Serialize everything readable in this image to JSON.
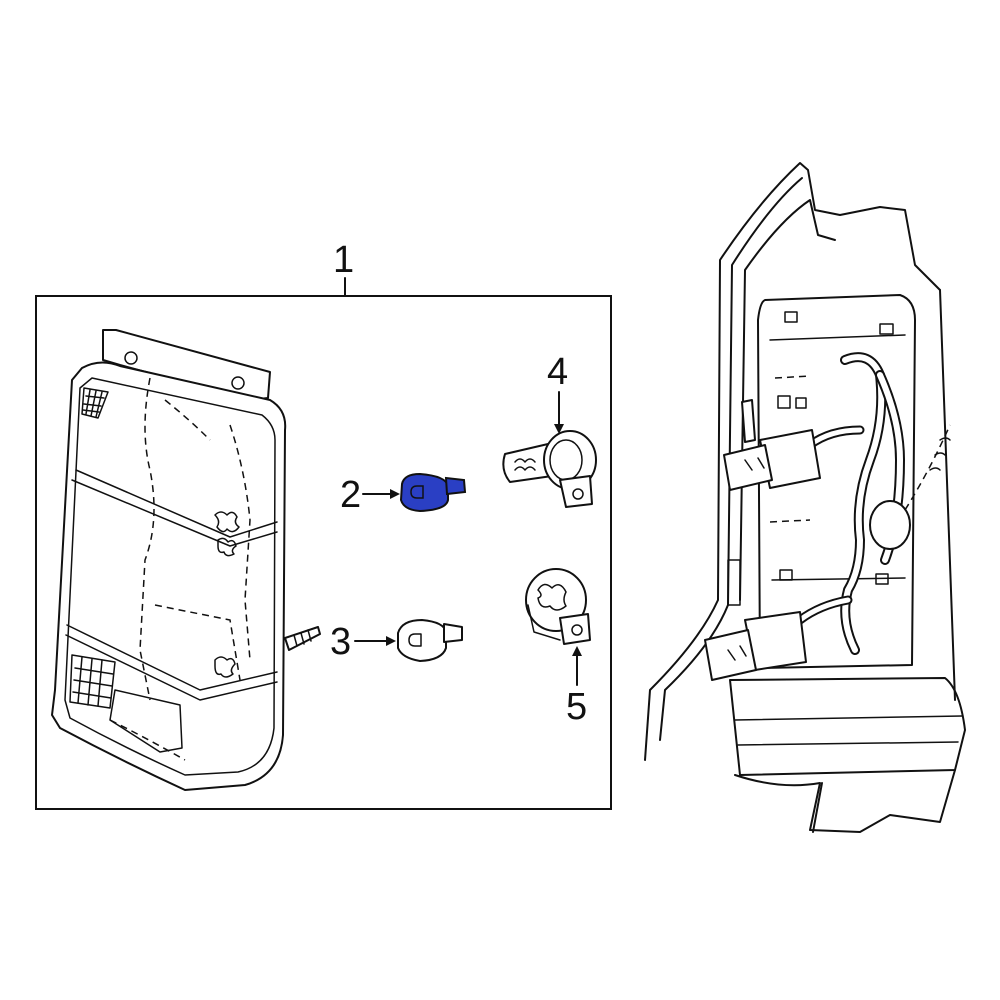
{
  "callouts": {
    "c1": "1",
    "c2": "2",
    "c3": "3",
    "c4": "4",
    "c5": "5"
  },
  "highlight_color": "#2a3fc4",
  "highlighted_callout": "2",
  "icons": [
    "tail-lamp-assembly-icon",
    "mounting-stud-icon",
    "bulb-wedge-highlighted-icon",
    "bulb-wedge-icon",
    "bulb-socket-icon",
    "vehicle-rear-corner-icon",
    "wiring-harness-icon"
  ]
}
